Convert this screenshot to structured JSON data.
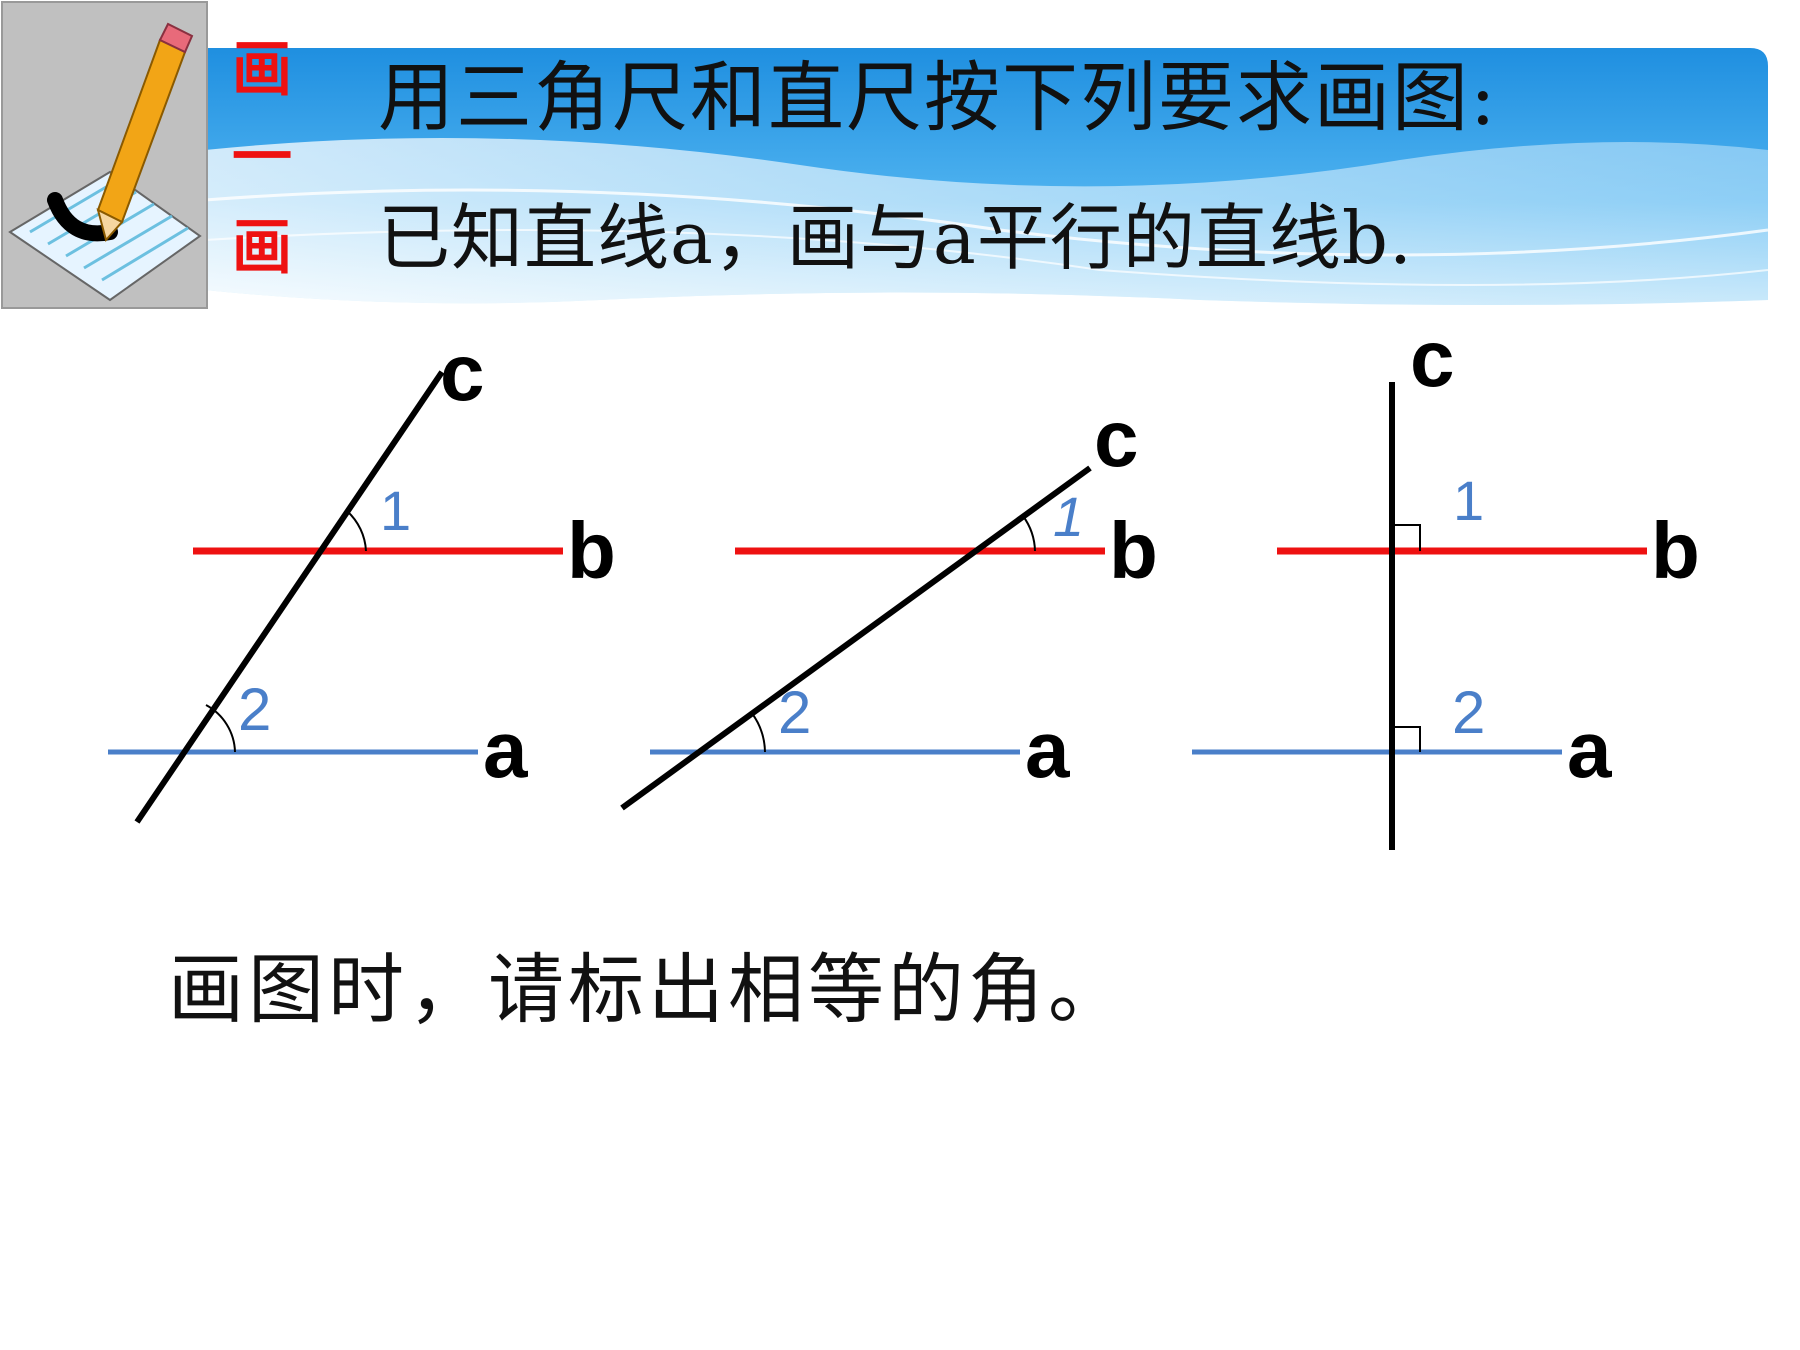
{
  "slide": {
    "side_chars": [
      "画",
      "一",
      "画"
    ],
    "title": "用三角尺和直尺按下列要求画图:",
    "subtitle": "已知直线a，画与a平行的直线b.",
    "note": "画图时，请标出相等的角。"
  },
  "colors": {
    "banner": "#3aa3e8",
    "side_chars": "#ee1111",
    "line_a": "#4a7fc9",
    "line_b": "#ee1111",
    "line_c": "#000000",
    "angle_labels": "#4a7fc9"
  },
  "icons": [
    "pencil-on-paper-icon"
  ],
  "figures": [
    {
      "id": "figure-1",
      "transversal": "c",
      "upper_line": "b",
      "lower_line": "a",
      "angle_upper": "1",
      "angle_lower": "2",
      "right_angle": false
    },
    {
      "id": "figure-2",
      "transversal": "c",
      "upper_line": "b",
      "lower_line": "a",
      "angle_upper": "1",
      "angle_lower": "2",
      "right_angle": false
    },
    {
      "id": "figure-3",
      "transversal": "c",
      "upper_line": "b",
      "lower_line": "a",
      "angle_upper": "1",
      "angle_lower": "2",
      "right_angle": true
    }
  ]
}
